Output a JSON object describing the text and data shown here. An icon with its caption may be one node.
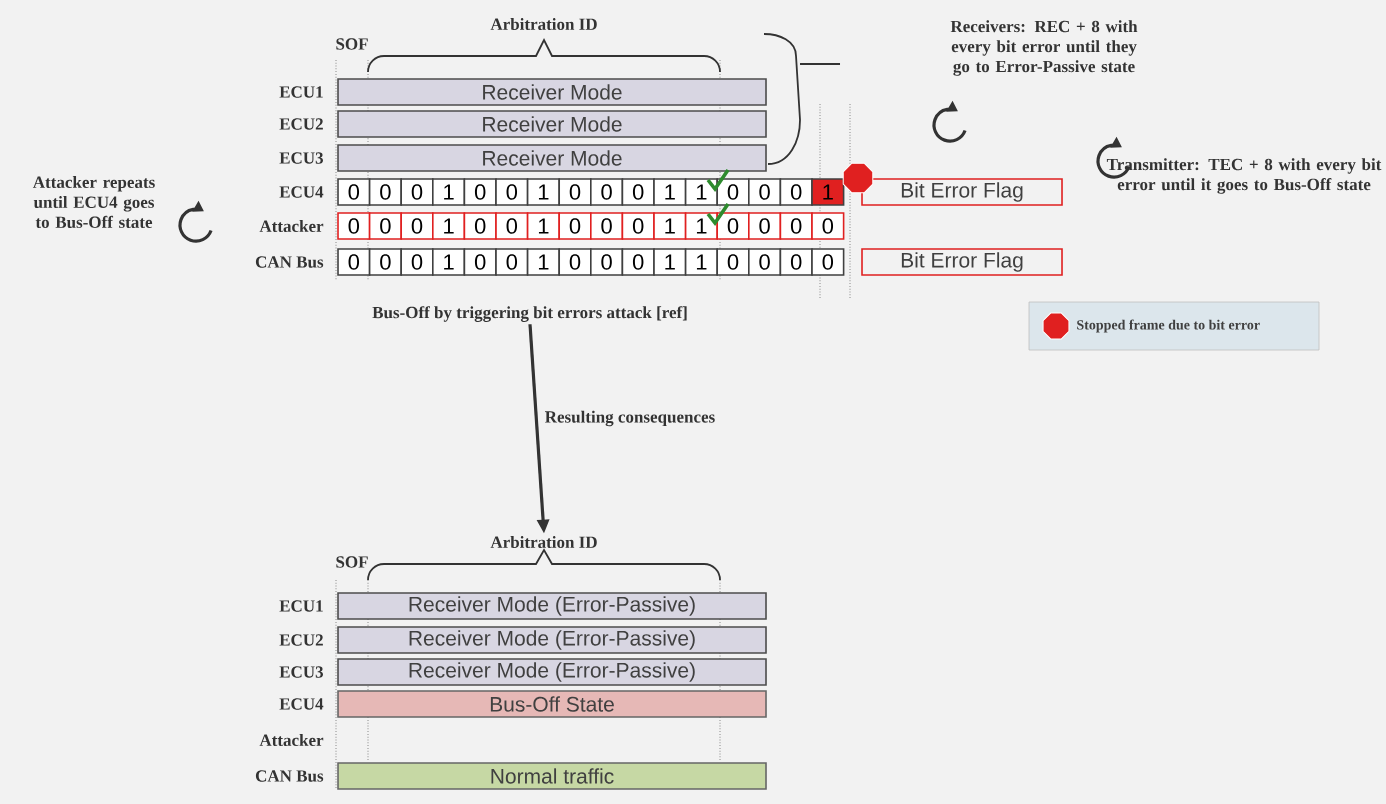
{
  "diagram": {
    "nodes": [
      {
        "text": [
          "Receiver Mode"
        ]
      },
      {
        "text": [
          "Receiver Mode"
        ]
      },
      {
        "text": [
          "Receiver Mode"
        ]
      },
      {
        "text": [
          "0"
        ]
      },
      {
        "text": [
          "0"
        ]
      },
      {
        "text": [
          "0"
        ]
      },
      {
        "text": [
          "1"
        ]
      },
      {
        "text": [
          "0"
        ]
      },
      {
        "text": [
          "0"
        ]
      },
      {
        "text": [
          "1"
        ]
      },
      {
        "text": [
          "0"
        ]
      },
      {
        "text": [
          "0"
        ]
      },
      {
        "text": [
          "0"
        ]
      },
      {
        "text": [
          "1"
        ]
      },
      {
        "text": [
          "1"
        ]
      },
      {
        "text": [
          "0"
        ]
      },
      {
        "text": [
          "0"
        ]
      },
      {
        "text": [
          "0"
        ]
      },
      {
        "text": [
          "1"
        ]
      },
      {
        "text": [
          "Bit Error Flag"
        ]
      },
      {
        "text": [
          "0"
        ]
      },
      {
        "text": [
          "0"
        ]
      },
      {
        "text": [
          "0"
        ]
      },
      {
        "text": [
          "1"
        ]
      },
      {
        "text": [
          "0"
        ]
      },
      {
        "text": [
          "0"
        ]
      },
      {
        "text": [
          "1"
        ]
      },
      {
        "text": [
          "0"
        ]
      },
      {
        "text": [
          "0"
        ]
      },
      {
        "text": [
          "0"
        ]
      },
      {
        "text": [
          "1"
        ]
      },
      {
        "text": [
          "1"
        ]
      },
      {
        "text": [
          "0"
        ]
      },
      {
        "text": [
          "0"
        ]
      },
      {
        "text": [
          "0"
        ]
      },
      {
        "text": [
          "0"
        ]
      },
      {
        "text": [
          "0"
        ]
      },
      {
        "text": [
          "0"
        ]
      },
      {
        "text": [
          "0"
        ]
      },
      {
        "text": [
          "1"
        ]
      },
      {
        "text": [
          "0"
        ]
      },
      {
        "text": [
          "0"
        ]
      },
      {
        "text": [
          "1"
        ]
      },
      {
        "text": [
          "0"
        ]
      },
      {
        "text": [
          "0"
        ]
      },
      {
        "text": [
          "0"
        ]
      },
      {
        "text": [
          "1"
        ]
      },
      {
        "text": [
          "1"
        ]
      },
      {
        "text": [
          "0"
        ]
      },
      {
        "text": [
          "0"
        ]
      },
      {
        "text": [
          "0"
        ]
      },
      {
        "text": [
          "0"
        ]
      },
      {
        "text": [
          "Bit Error Flag"
        ]
      },
      {
        "text": [
          "Bus-Off by triggering bit errors attack [ref]"
        ]
      },
      {
        "text": [
          "Arbitration ID"
        ]
      },
      {
        "text": [
          "Receiver Mode (Error-Passive)"
        ]
      },
      {
        "text": [
          "Receiver Mode (Error-Passive)"
        ]
      },
      {
        "text": [
          "Receiver Mode (Error-Passive)"
        ]
      },
      {
        "text": [
          "Bus-Off State"
        ]
      },
      {
        "text": [
          "Normal traffic"
        ]
      }
    ],
    "edges": [
      {
        "from": 53,
        "to": 54,
        "arrow": "to",
        "label": "Resulting consequences"
      }
    ],
    "labels": [
      "Arbitration ID",
      "SOF",
      "Receivers: REC + 8 with every bit error until they go to Error-Passive state",
      "ECU1",
      "ECU2",
      "ECU3",
      "Attacker repeats until ECU4 goes to Bus-Off state",
      "ECU4",
      "Transmitter: TEC + 8 with every bit error until it goes to Bus-Off state",
      "Attacker",
      "CAN Bus",
      "SOF",
      "ECU1",
      "ECU2",
      "ECU3",
      "ECU4",
      "Attacker",
      "CAN Bus"
    ],
    "legend": [
      {
        "text": "Stopped frame due to bit error"
      }
    ]
  }
}
